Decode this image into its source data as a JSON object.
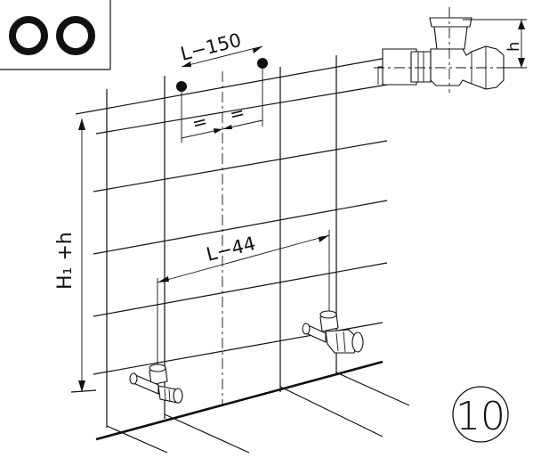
{
  "labels": {
    "spacing_top": "L−150",
    "spacing_bottom": "L−44",
    "equal_left": "=",
    "equal_right": "=",
    "height": "H₁ +h",
    "detail_h": "h",
    "figure_number": "10"
  }
}
